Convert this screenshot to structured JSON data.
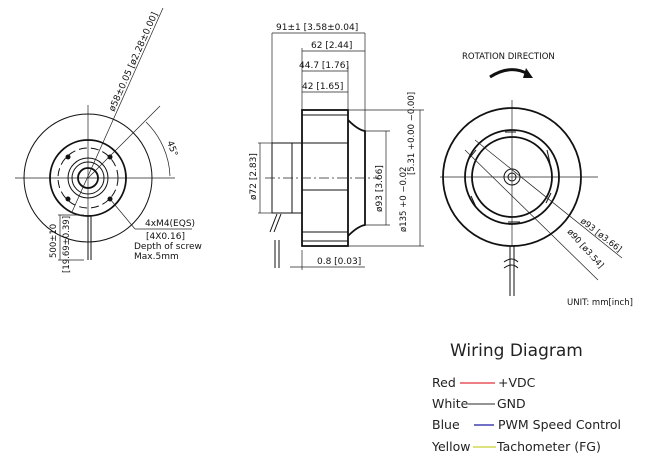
{
  "front_view": {
    "diameter_label": "ø58±0.05 [ø2.28±0.00]",
    "angle_label": "45°",
    "screw_label": "4xM4(EQS)",
    "screw_inch_label": "[4X0.16]",
    "depth_label": "Depth of screw",
    "depth_value": "Max.5mm",
    "cable_length_label": "500±10",
    "cable_length_inch_label": "[19.69±0.39]"
  },
  "side_view": {
    "overall_length": "91±1 [3.58±0.04]",
    "impeller_length": "62 [2.44]",
    "dim_44_7": "44.7 [1.76]",
    "dim_42": "42 [1.65]",
    "motor_diameter": "ø72 [2.83]",
    "inlet_diameter": "ø93 [3.66]",
    "outer_diameter": "ø135 +0 −0.02",
    "outer_diameter_inch": "[5.31 +0.00 −0.00]",
    "gap": "0.8 [0.03]"
  },
  "rear_view": {
    "rotation_label": "ROTATION DIRECTION",
    "dia_93": "ø93 [ø3.66]",
    "dia_90": "ø90 [ø3.54]",
    "unit_label": "UNIT: mm[inch]"
  },
  "wiring": {
    "title": "Wiring Diagram",
    "rows": [
      {
        "color_name": "Red",
        "function": "+VDC",
        "color": "#e0303a"
      },
      {
        "color_name": "White",
        "function": "GND",
        "color": "#555555"
      },
      {
        "color_name": "Blue",
        "function": "PWM Speed Control",
        "color": "#1a1aa0"
      },
      {
        "color_name": "Yellow",
        "function": "Tachometer (FG)",
        "color": "#c8d030"
      }
    ]
  }
}
